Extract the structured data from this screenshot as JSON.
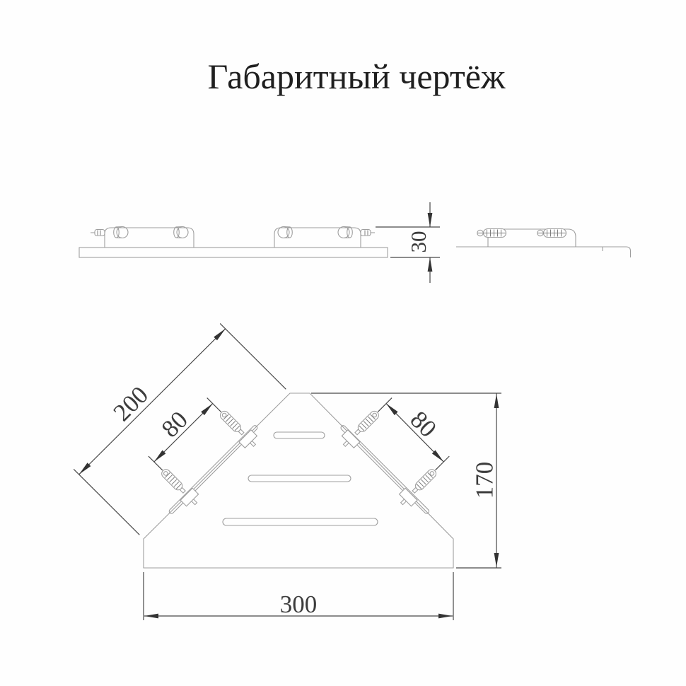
{
  "title": "Габаритный чертёж",
  "dims": {
    "total_height": "30",
    "wall_edge_length": "200",
    "hole_spacing_left": "80",
    "hole_spacing_right": "80",
    "depth": "170",
    "front_width": "300"
  }
}
